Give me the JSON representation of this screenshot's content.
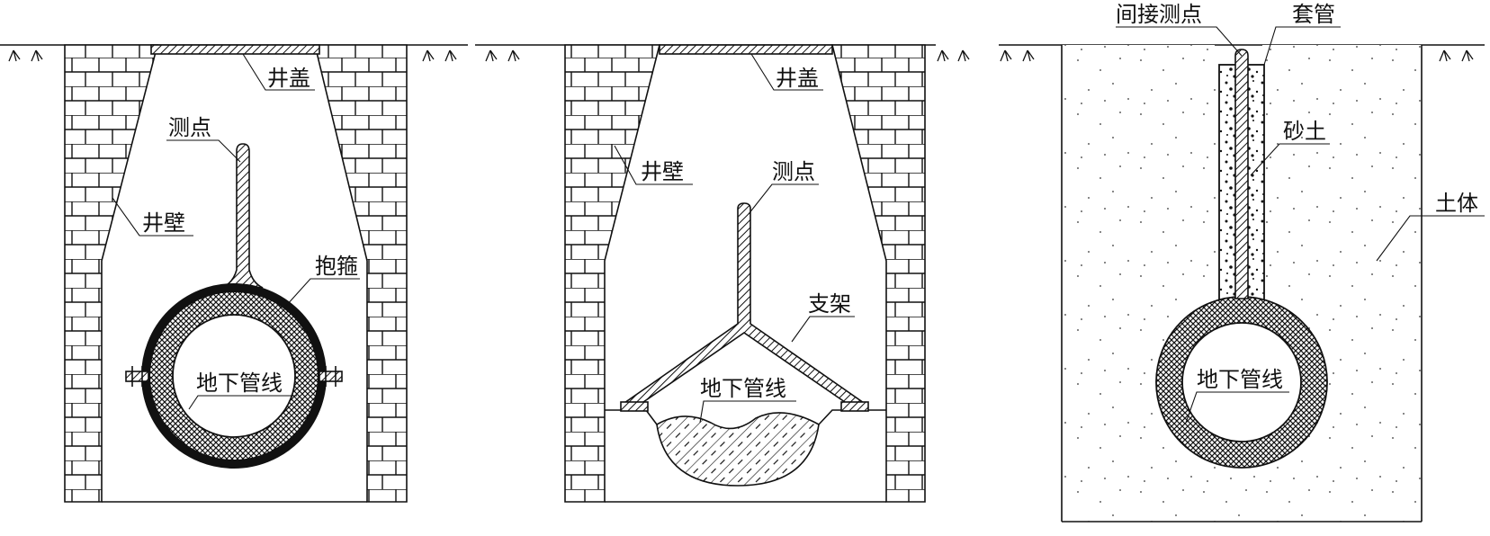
{
  "panels": [
    {
      "id": "clamp-method",
      "labels": {
        "well_cover": "井盖",
        "measuring_point": "测点",
        "well_wall": "井壁",
        "hoop": "抱箍",
        "pipeline": "地下管线"
      }
    },
    {
      "id": "bracket-method",
      "labels": {
        "well_cover": "井盖",
        "well_wall": "井壁",
        "measuring_point": "测点",
        "bracket": "支架",
        "pipeline": "地下管线"
      }
    },
    {
      "id": "indirect-method",
      "labels": {
        "indirect_point": "间接测点",
        "casing": "套管",
        "sand": "砂土",
        "soil": "土体",
        "pipeline": "地下管线"
      }
    }
  ],
  "colors": {
    "line": "#111111",
    "background": "#ffffff"
  }
}
